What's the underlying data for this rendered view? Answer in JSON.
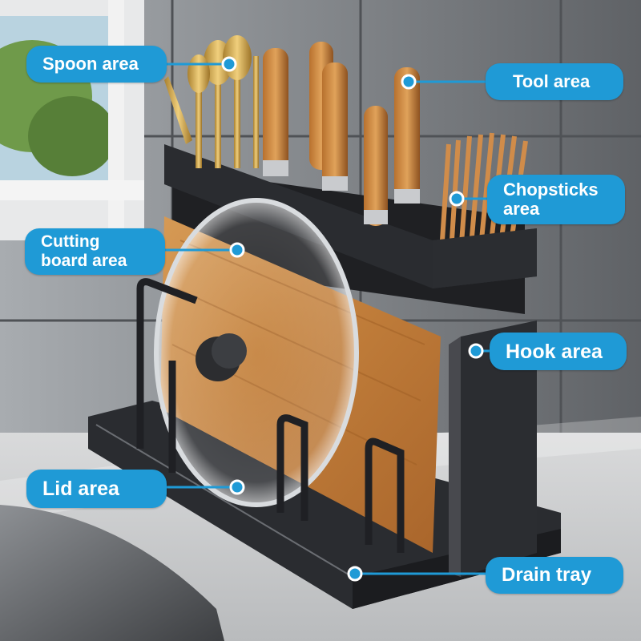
{
  "callouts": {
    "spoon": "Spoon area",
    "tool": "Tool area",
    "chopsticks": "Chopsticks\narea",
    "cutting": "Cutting\nboard area",
    "hook": "Hook area",
    "lid": "Lid area",
    "drain": "Drain tray"
  },
  "colors": {
    "callout_bg": "#1f9ad6",
    "callout_text": "#ffffff",
    "rack": "#2b2d31",
    "wood": "#c98a45"
  }
}
